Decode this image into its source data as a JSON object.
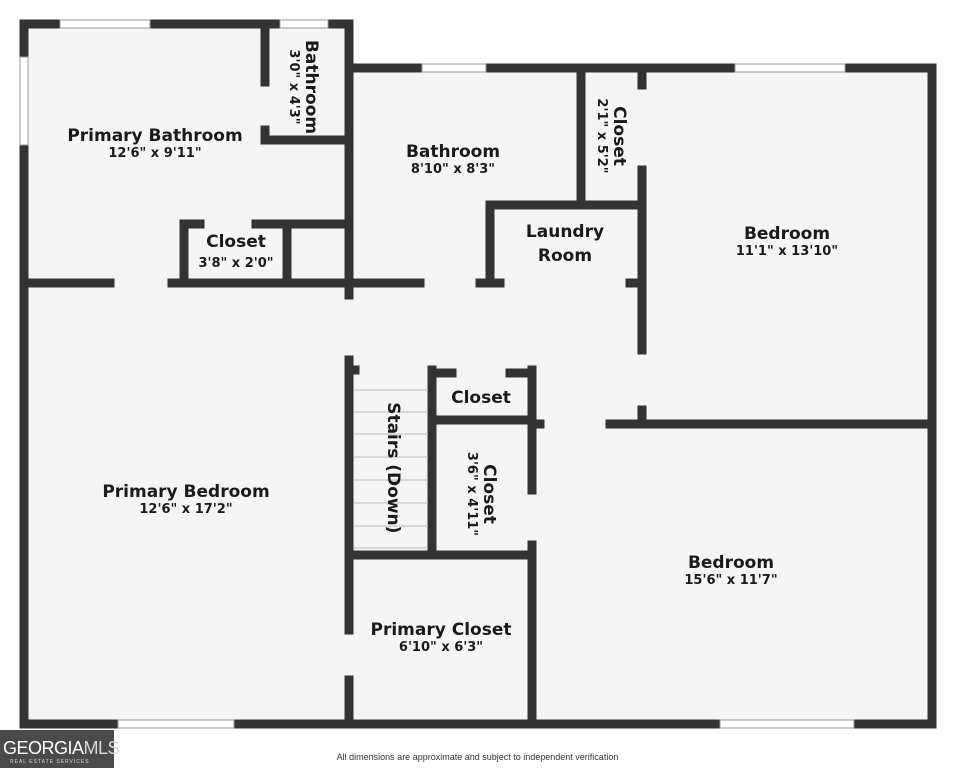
{
  "colors": {
    "wall": "#333333",
    "floor": "#f5f5f5",
    "text": "#1a1a1a",
    "logo_bg": "#4a4a4a"
  },
  "rooms": [
    {
      "id": "primary-bathroom",
      "name": "Primary Bathroom",
      "dims": "12'6\" x 9'11\""
    },
    {
      "id": "small-bathroom",
      "name": "Bathroom",
      "dims": "3'0\" x 4'3\"",
      "rotated": true
    },
    {
      "id": "bathroom",
      "name": "Bathroom",
      "dims": "8'10\" x 8'3\""
    },
    {
      "id": "closet-top",
      "name": "Closet",
      "dims": "2'1\" x 5'2\"",
      "rotated": true
    },
    {
      "id": "bedroom-top",
      "name": "Bedroom",
      "dims": "11'1\" x 13'10\""
    },
    {
      "id": "laundry",
      "name": "Laundry Room",
      "name_line1": "Laundry",
      "name_line2": "Room"
    },
    {
      "id": "closet-bath",
      "name": "Closet",
      "dims": "3'8\" x 2'0\""
    },
    {
      "id": "primary-bedroom",
      "name": "Primary Bedroom",
      "dims": "12'6\" x 17'2\""
    },
    {
      "id": "stairs",
      "name": "Stairs (Down)",
      "rotated": true
    },
    {
      "id": "closet-hall",
      "name": "Closet"
    },
    {
      "id": "closet-hall-2",
      "name": "Closet",
      "dims": "3'6\" x 4'11\"",
      "rotated": true
    },
    {
      "id": "primary-closet",
      "name": "Primary Closet",
      "dims": "6'10\" x 6'3\""
    },
    {
      "id": "bedroom-bottom",
      "name": "Bedroom",
      "dims": "15'6\" x 11'7\""
    }
  ],
  "footer": {
    "disclaimer": "All dimensions are approximate and subject to independent verification"
  },
  "logo": {
    "brand_a": "GEORGIA",
    "brand_b": "MLS",
    "tagline": "REAL ESTATE SERVICES"
  }
}
